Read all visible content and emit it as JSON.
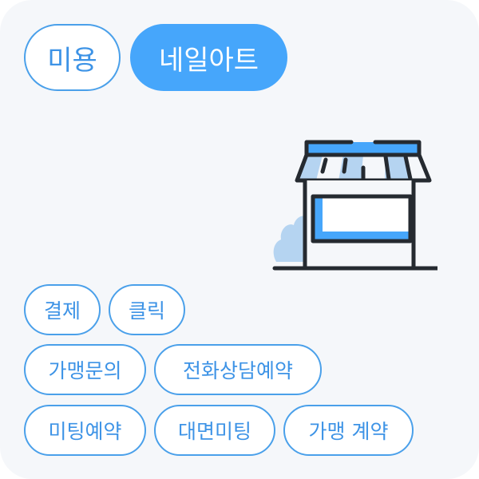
{
  "categories": [
    {
      "label": "미용",
      "selected": false
    },
    {
      "label": "네일아트",
      "selected": true
    }
  ],
  "actions": [
    {
      "label": "결제"
    },
    {
      "label": "클릭"
    },
    {
      "label": "가맹문의"
    },
    {
      "label": "전화상담예약"
    },
    {
      "label": "미팅예약"
    },
    {
      "label": "대면미팅"
    },
    {
      "label": "가맹 계약"
    }
  ],
  "illustration": {
    "icon": "storefront-icon"
  },
  "colors": {
    "accent": "#46a6fb",
    "outline": "#4aa0ea",
    "text_blue": "#3d93e6",
    "background": "#f5f7fa",
    "dark_stroke": "#252a30",
    "light_blue": "#b5d4f1"
  }
}
